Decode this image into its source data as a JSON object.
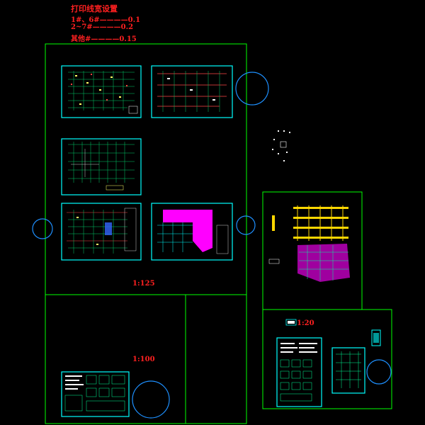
{
  "print_settings": {
    "title": "打印线宽设置",
    "lines": [
      "1#、6#————0.1",
      "2~7#————0.2",
      "其他#————0.15"
    ]
  },
  "scales": {
    "main": "1:125",
    "lower": "1:100",
    "right": "1:20"
  },
  "colors": {
    "background": "#000000",
    "frame": "#00ff00",
    "sheet_border": "#00ffff",
    "text": "#ff2020",
    "circle": "#1e90ff",
    "fill_magenta": "#ff00ff",
    "fill_yellow": "#ffd700"
  }
}
